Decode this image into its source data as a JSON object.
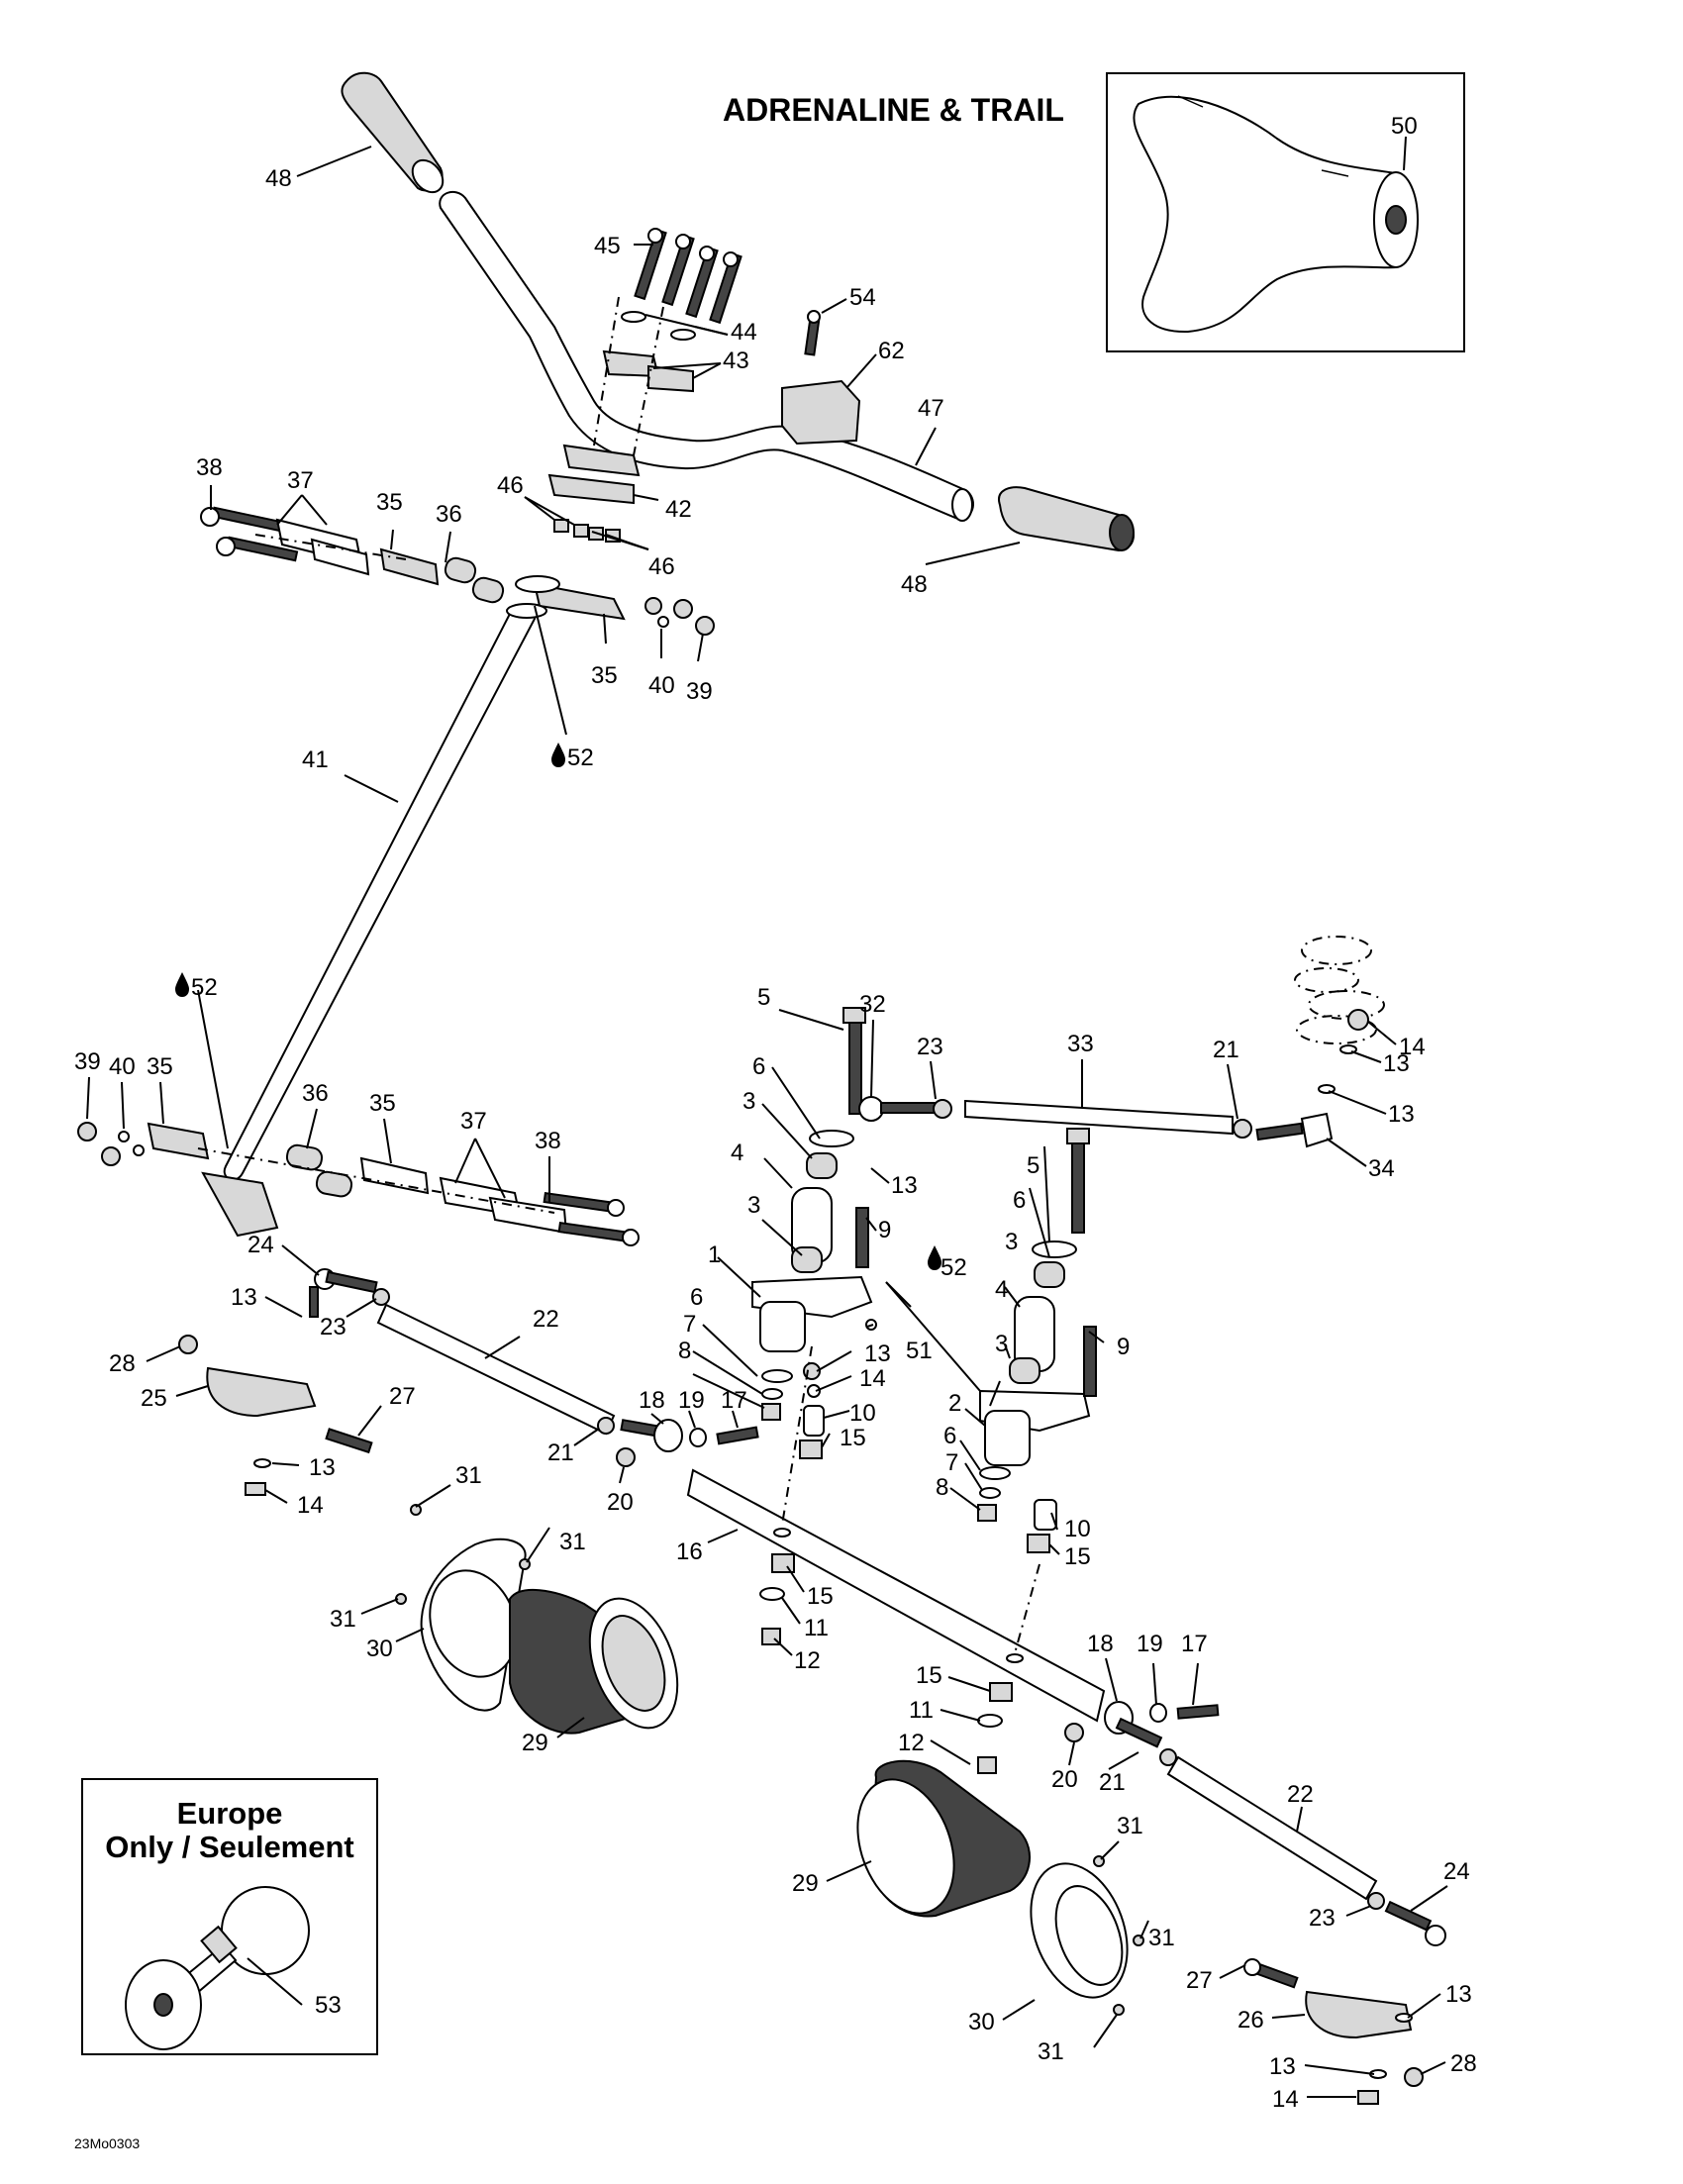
{
  "title": "ADRENALINE & TRAIL",
  "inset_europe": {
    "line1": "Europe",
    "line2": "Only / Seulement"
  },
  "drawing_code": "23Mo0303",
  "callouts": {
    "c48a": "48",
    "c48b": "48",
    "c50": "50",
    "c45": "45",
    "c44": "44",
    "c43": "43",
    "c54": "54",
    "c62": "62",
    "c47": "47",
    "c42": "42",
    "c38a": "38",
    "c37a": "37",
    "c35a": "35",
    "c36a": "36",
    "c46a": "46",
    "c46b": "46",
    "c35b": "35",
    "c40a": "40",
    "c39a": "39",
    "c52a": "52",
    "c41": "41",
    "c52b": "52",
    "c39b": "39",
    "c40b": "40",
    "c35c": "35",
    "c36b": "36",
    "c35d": "35",
    "c37b": "37",
    "c38b": "38",
    "c5a": "5",
    "c32": "32",
    "c23a": "23",
    "c33": "33",
    "c21a": "21",
    "c14a": "14",
    "c13a": "13",
    "c13b": "13",
    "c34": "34",
    "c6a": "6",
    "c3a": "3",
    "c4a": "4",
    "c13c": "13",
    "c3b": "3",
    "c9a": "9",
    "c5b": "5",
    "c6b": "6",
    "c3c": "3",
    "c1": "1",
    "c52c": "52",
    "c4b": "4",
    "c6c": "6",
    "c7a": "7",
    "c51": "51",
    "c13d": "13",
    "c8a": "8",
    "c14b": "14",
    "c3d": "3",
    "c9b": "9",
    "c10a": "10",
    "c15a": "15",
    "c2": "2",
    "c6d": "6",
    "c7b": "7",
    "c8b": "8",
    "c10b": "10",
    "c15b": "15",
    "c24a": "24",
    "c13e": "13",
    "c23b": "23",
    "c22a": "22",
    "c28a": "28",
    "c25": "25",
    "c27a": "27",
    "c13f": "13",
    "c14c": "14",
    "c18a": "18",
    "c19a": "19",
    "c17a": "17",
    "c21b": "21",
    "c20a": "20",
    "c31a": "31",
    "c31b": "31",
    "c16": "16",
    "c31c": "31",
    "c30a": "30",
    "c29a": "29",
    "c15c": "15",
    "c11a": "11",
    "c12a": "12",
    "c15d": "15",
    "c11b": "11",
    "c12b": "12",
    "c18b": "18",
    "c19b": "19",
    "c17b": "17",
    "c20b": "20",
    "c21c": "21",
    "c22b": "22",
    "c24b": "24",
    "c23c": "23",
    "c31d": "31",
    "c29b": "29",
    "c31e": "31",
    "c30b": "30",
    "c31f": "31",
    "c27b": "27",
    "c13g": "13",
    "c26": "26",
    "c13h": "13",
    "c28b": "28",
    "c14d": "14",
    "c53": "53"
  }
}
